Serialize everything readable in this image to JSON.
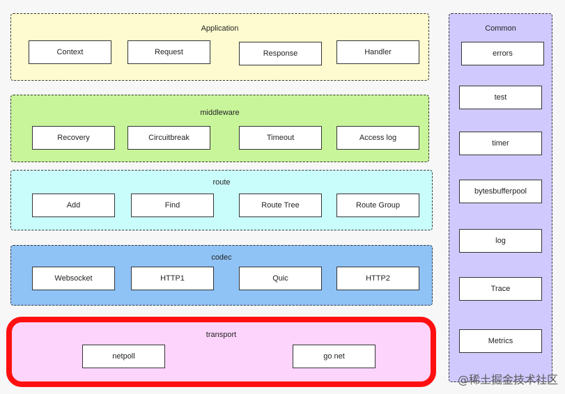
{
  "application": {
    "title": "Application",
    "items": [
      "Context",
      "Request",
      "Response",
      "Handler"
    ],
    "color": "#fdfbcf"
  },
  "middleware": {
    "title": "middleware",
    "items": [
      "Recovery",
      "Circuitbreak",
      "Timeout",
      "Access log"
    ],
    "color": "#c8f49a"
  },
  "route": {
    "title": "route",
    "items": [
      "Add",
      "Find",
      "Route Tree",
      "Route Group"
    ],
    "color": "#c9fdfb"
  },
  "codec": {
    "title": "codec",
    "items": [
      "Websocket",
      "HTTP1",
      "Quic",
      "HTTP2"
    ],
    "color": "#8fc3f6"
  },
  "transport": {
    "title": "transport",
    "items": [
      "netpoll",
      "go net"
    ],
    "color": "#fdd4fb",
    "highlight_color": "#ff1010"
  },
  "common": {
    "title": "Common",
    "items": [
      "errors",
      "test",
      "timer",
      "bytesbufferpool",
      "log",
      "Trace",
      "Metrics"
    ],
    "color": "#cfc9fd"
  },
  "watermark": "@稀土掘金技术社区"
}
